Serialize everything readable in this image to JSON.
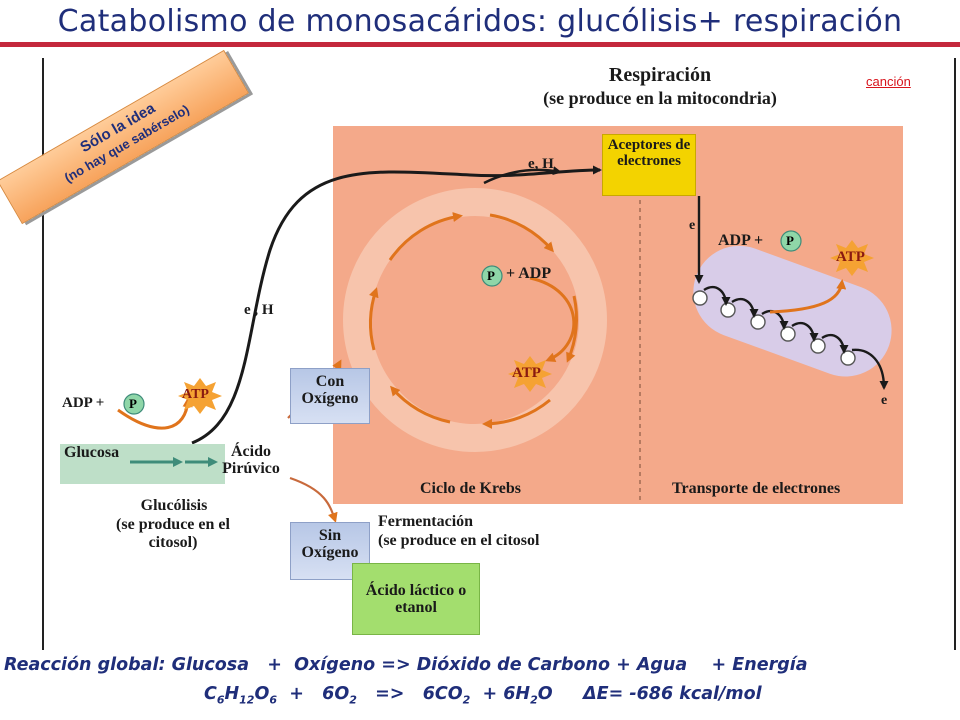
{
  "title": "Catabolismo de monosacáridos: glucólisis+ respiración",
  "song_link": "canción",
  "banner": {
    "line1": "Sólo la idea",
    "line2": "(no hay que sabérselo)"
  },
  "respiration": {
    "title": "Respiración",
    "subtitle": "(se produce en la mitocondria)"
  },
  "electron_acceptors": "Aceptores de electrones",
  "e_h_top": "e, H",
  "e_h_left": "e , H",
  "e_minus_top": "e",
  "e_minus_bottom": "e",
  "adp_plus": "ADP +",
  "phosphate": "P",
  "atp": "ATP",
  "p_plus_adp": "+ ADP",
  "glucose": "Glucosa",
  "pyruvic_acid": "Ácido Pirúvico",
  "glycolysis": {
    "title": "Glucólisis",
    "subtitle": "(se produce en el citosol)"
  },
  "with_oxygen": "Con Oxígeno",
  "without_oxygen": "Sin Oxígeno",
  "fermentation": {
    "title": "Fermentación",
    "subtitle": "(se produce en el citosol"
  },
  "lactic_acid": "Ácido láctico o etanol",
  "krebs_cycle": "Ciclo de Krebs",
  "electron_transport": "Transporte de electrones",
  "equation_text": "Reacción global: Glucosa   +  Oxígeno => Dióxido de Carbono + Agua    + Energía",
  "equation_formula": {
    "c6": "C",
    "c6_sub": "6",
    "h12": "H",
    "h12_sub": "12",
    "o6": "O",
    "o6_sub": "6",
    "plus1": "  +   6O",
    "o2_sub": "2",
    "arrow": "   =>   6CO",
    "co2_sub": "2",
    "plus2": "  + 6H",
    "h2o_sub": "2",
    "h2o_end": "O",
    "energy": "     ΔE= -686 kcal/mol"
  },
  "colors": {
    "title_blue": "#1f2e7a",
    "title_rule": "#c4283c",
    "mitochondria_bg": "#f4a98a",
    "cycle_ring": "#f7c4ac",
    "arrow_orange": "#e0741c",
    "transport_purple": "#d8cce8",
    "acceptor_yellow": "#f3d300",
    "oxygen_box_blue": "#c7d3ed",
    "lactic_green": "#a3de6e",
    "glycolysis_green": "#b7dcc2"
  }
}
